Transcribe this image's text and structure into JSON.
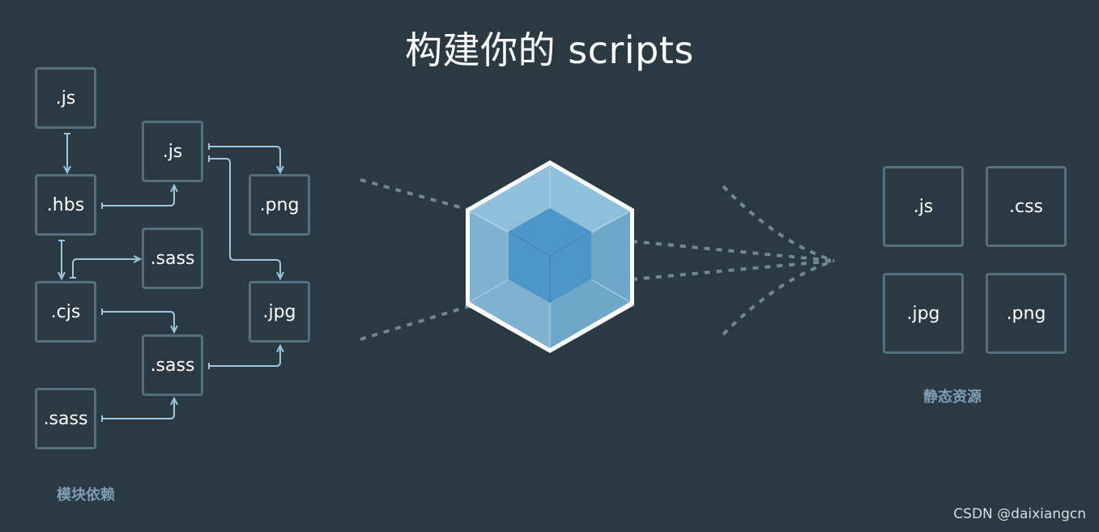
{
  "title": "构建你的 scripts",
  "modules": {
    "caption": "模块依赖",
    "labels": {
      "js1": ".js",
      "hbs": ".hbs",
      "cjs": ".cjs",
      "sass_bottom": ".sass",
      "js2": ".js",
      "sass_mid": ".sass",
      "sass_lower": ".sass",
      "png": ".png",
      "jpg": ".jpg"
    }
  },
  "assets": {
    "caption": "静态资源",
    "labels": {
      "js": ".js",
      "css": ".css",
      "jpg": ".jpg",
      "png": ".png"
    }
  },
  "watermark": "CSDN @daixiangcn",
  "colors": {
    "background": "#2b3a42",
    "box_border": "#54707f",
    "arrow": "#9cc7de",
    "dashed": "#6f8894",
    "cube_outer": "#7eb2d0",
    "cube_inner": "#4d97c8",
    "caption": "#7f9db3"
  },
  "icons": {
    "center": "webpack-cube-icon"
  }
}
